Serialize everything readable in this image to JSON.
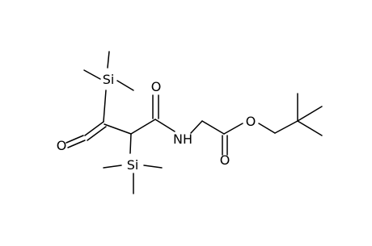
{
  "structure": {
    "atom_labels": {
      "oxygen_ketene": "O",
      "oxygen_amide": "O",
      "nitrogen": "NH",
      "oxygen_ester_carbonyl": "O",
      "oxygen_ester_ether": "O",
      "silicon_top": "Si",
      "silicon_bottom": "Si"
    }
  },
  "colors": {
    "background": "#ffffff",
    "bond": "#000000",
    "label": "#000000"
  }
}
